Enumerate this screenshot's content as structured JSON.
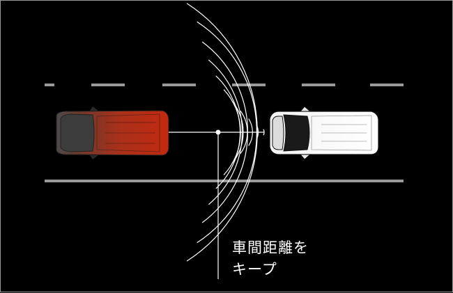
{
  "caption": {
    "line1": "車間距離を",
    "line2": "キープ"
  },
  "colors": {
    "background": "#000000",
    "frame_border": "#9a9a9a",
    "lane_marking": "#9a9a9a",
    "radar_wave": "#ffffff",
    "own_vehicle_body": "#a8301a",
    "own_vehicle_front": "#5a5a5a",
    "lead_vehicle_body": "#ffffff",
    "caption_text": "#ffffff"
  },
  "icons": {
    "own_vehicle": "red-van-top-view",
    "lead_vehicle": "white-van-top-view",
    "radar": "radar-wave-arcs"
  }
}
